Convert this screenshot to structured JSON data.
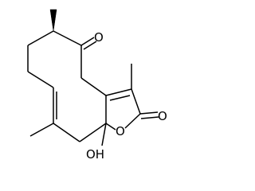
{
  "structure": {
    "atoms": {
      "ketone_oxygen": "O",
      "lactone_carbonyl_oxygen": "O",
      "ring_oxygen": "O",
      "hydroxyl": "OH"
    }
  },
  "colors": {
    "bond": "#000000",
    "label": "#000000",
    "background": "#ffffff"
  }
}
